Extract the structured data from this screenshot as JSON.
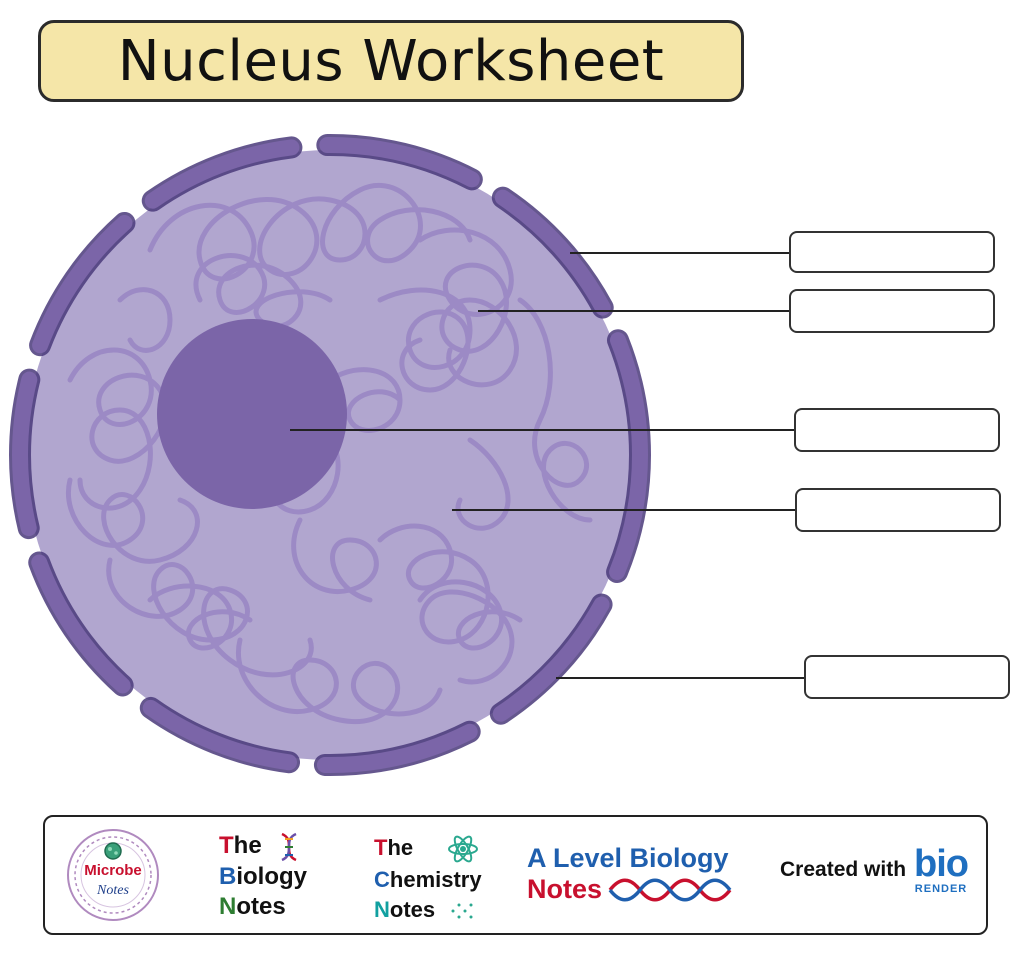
{
  "title": "Nucleus Worksheet",
  "label_boxes": [
    "",
    "",
    "",
    "",
    ""
  ],
  "colors": {
    "title_bg": "#f5e6a8",
    "nucleus_fill": "#b1a6cf",
    "envelope": "#7b65a8",
    "chromatin": "#9a88c4",
    "nucleolus": "#7b65a8"
  },
  "footer": {
    "microbe": {
      "name": "Microbe",
      "sub": "Notes"
    },
    "biology": {
      "line1_cap": "T",
      "line1_rest": "he",
      "line2_cap": "B",
      "line2_rest": "iology",
      "line3_cap": "N",
      "line3_rest": "otes"
    },
    "chemistry": {
      "line1_cap": "T",
      "line1_rest": "he",
      "line2_cap": "C",
      "line2_rest": "hemistry",
      "line3_cap": "N",
      "line3_rest": "otes"
    },
    "alevel": {
      "title": "A Level Biology",
      "sub": "Notes"
    },
    "created": {
      "text": "Created with",
      "brand": "bio",
      "brand_sub": "RENDER"
    }
  }
}
